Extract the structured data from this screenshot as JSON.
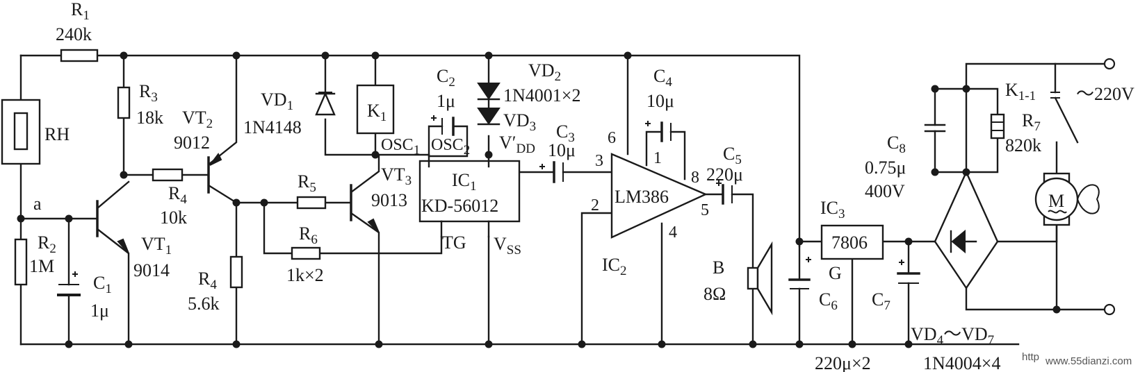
{
  "labels": {
    "r1": "R",
    "r1_sub": "1",
    "r1_val": "240k",
    "rh": "RH",
    "r3": "R",
    "r3_sub": "3",
    "r3_val": "18k",
    "vt2": "VT",
    "vt2_sub": "2",
    "vt2_val": "9012",
    "vd1": "VD",
    "vd1_sub": "1",
    "vd1_val": "1N4148",
    "k1": "K",
    "k1_sub": "1",
    "c2": "C",
    "c2_sub": "2",
    "c2_val": "1μ",
    "vd2": "VD",
    "vd2_sub": "2",
    "vd2_val": "1N4001×2",
    "vd3": "VD",
    "vd3_sub": "3",
    "osc1": "OSC",
    "osc1_sub": "1",
    "osc2": "OSC",
    "osc2_sub": "2",
    "vdd": "V′",
    "vdd_sub": "DD",
    "c3": "C",
    "c3_sub": "3",
    "c3_val": "10μ",
    "ic1": "IC",
    "ic1_sub": "1",
    "ic1_val": "KD-56012",
    "tg": "TG",
    "vss": "V",
    "vss_sub": "SS",
    "node_a": "a",
    "r2": "R",
    "r2_sub": "2",
    "r2_val": "1M",
    "c1": "C",
    "c1_sub": "1",
    "c1_val": "1μ",
    "vt1": "VT",
    "vt1_sub": "1",
    "vt1_val": "9014",
    "r4a": "R",
    "r4a_sub": "4",
    "r4a_val": "10k",
    "r4b": "R",
    "r4b_sub": "4",
    "r4b_val": "5.6k",
    "r5": "R",
    "r5_sub": "5",
    "r6": "R",
    "r6_sub": "6",
    "r6_val": "1k×2",
    "vt3": "VT",
    "vt3_sub": "3",
    "vt3_val": "9013",
    "c4": "C",
    "c4_sub": "4",
    "c4_val": "10μ",
    "pin6": "6",
    "pin1": "1",
    "pin3": "3",
    "pin8": "8",
    "pin2": "2",
    "pin5": "5",
    "pin4": "4",
    "lm386": "LM386",
    "ic2": "IC",
    "ic2_sub": "2",
    "c5": "C",
    "c5_sub": "5",
    "c5_val": "220μ",
    "b": "B",
    "b_val": "8Ω",
    "ic3": "IC",
    "ic3_sub": "3",
    "ic3_val": "7806",
    "g": "G",
    "c6": "C",
    "c6_sub": "6",
    "c7": "C",
    "c7_sub": "7",
    "c67_val": "220μ×2",
    "c8": "C",
    "c8_sub": "8",
    "c8_val": "0.75μ",
    "c8_v": "400V",
    "k11": "K",
    "k11_sub": "1-1",
    "mains": "～220V",
    "r7": "R",
    "r7_sub": "7",
    "r7_val": "820k",
    "motor": "M",
    "vd47": "VD",
    "vd47_sub": "4",
    "vd47_mid": "～VD",
    "vd47_sub2": "7",
    "vd47_val": "1N4004×4",
    "watermark": "www.55dianzi.com",
    "watermark_prefix": "http"
  }
}
